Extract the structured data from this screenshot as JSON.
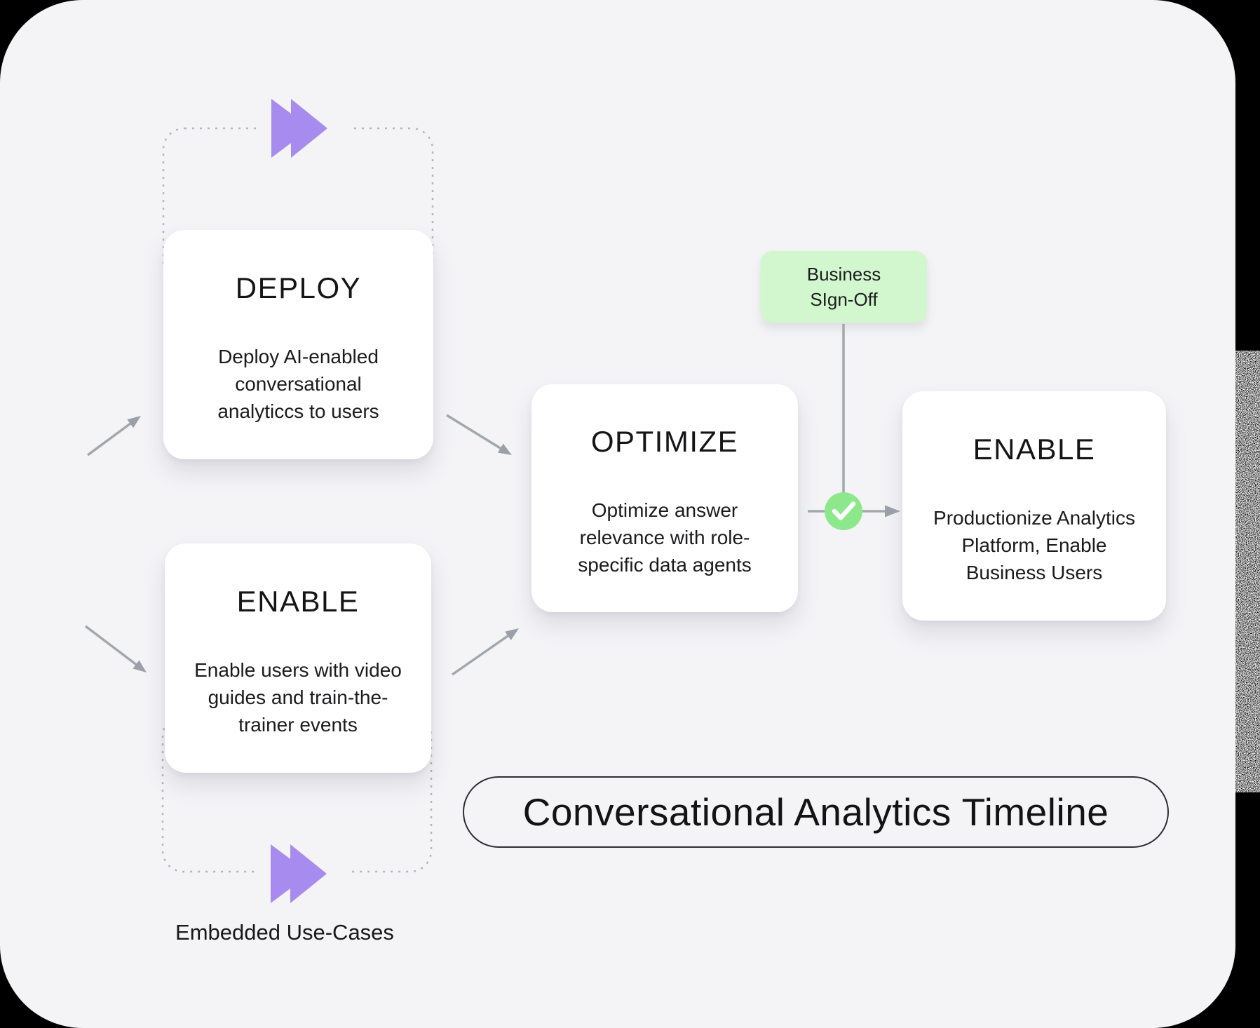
{
  "diagram": {
    "title_pill": "Conversational Analytics Timeline",
    "embedded_label": "Embedded Use-Cases",
    "sign_off": "Business\nSIgn-Off",
    "stages": {
      "deploy": {
        "title": "DEPLOY",
        "body": "Deploy AI-enabled\nconversational\nanalyticcs to users"
      },
      "enable": {
        "title": "ENABLE",
        "body": "Enable users with video\nguides and train-the-\ntrainer events"
      },
      "optimize": {
        "title": "OPTIMIZE",
        "body": "Optimize answer\nrelevance with role-\nspecific data agents"
      },
      "enable_final": {
        "title": "ENABLE",
        "body": "Productionize Analytics\nPlatform, Enable\nBusiness Users"
      }
    },
    "colors": {
      "panel_bg": "#f4f4f7",
      "outer_bg": "#000000",
      "accent_purple": "#a78bee",
      "signoff_green": "#d2f7cf",
      "check_green": "#8de88b",
      "arrow_gray": "#a2a7ae",
      "dash_gray": "#b4b4ba"
    }
  }
}
